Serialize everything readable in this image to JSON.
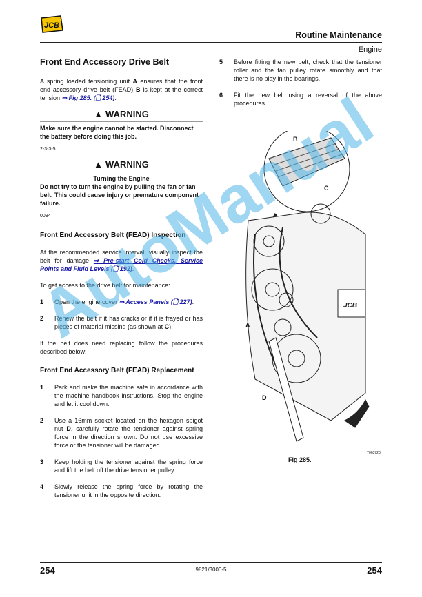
{
  "header": {
    "logo": "JCB",
    "title": "Routine Maintenance",
    "subtitle": "Engine"
  },
  "left": {
    "title": "Front End Accessory Drive Belt",
    "intro_pre": "A spring loaded tensioning unit ",
    "intro_a": "A",
    "intro_mid": " ensures that the front end accessory drive belt (FEAD) ",
    "intro_b": "B",
    "intro_post": " is kept at the correct tension ",
    "intro_link": "⇒ Fig 285. (🗋 254)",
    "warning1": {
      "label": "WARNING",
      "body": "Make sure the engine cannot be started. Disconnect the battery before doing this job.",
      "code": "2-3-3-5"
    },
    "warning2": {
      "label": "WARNING",
      "heading": "Turning the Engine",
      "body": "Do not try to turn the engine by pulling the fan or fan belt. This could cause injury or premature component failure.",
      "code": "0094"
    },
    "inspection": {
      "title": "Front End Accessory Belt (FEAD) Inspection",
      "p1": "At the recommended service interval, visually inspect the belt for damage ",
      "p1_link": "⇒ Pre-start Cold Checks, Service Points and Fluid Levels (🗋 192)",
      "p2": "To get access to the drive belt for maintenance:",
      "steps": [
        {
          "n": "1",
          "text": "Open the engine cover ",
          "link": "⇒ Access Panels (🗋 227)"
        },
        {
          "n": "2",
          "text": "Renew the belt if it has cracks or if it is frayed or has pieces of material missing (as shown at ",
          "bold": "C",
          "post": ")."
        }
      ],
      "p3": "If the belt does need replacing follow the procedures described below:"
    },
    "replacement": {
      "title": "Front End Accessory Belt (FEAD) Replacement",
      "steps": [
        {
          "n": "1",
          "text": "Park and make the machine safe in accordance with the machine handbook instructions. Stop the engine and let it cool down."
        },
        {
          "n": "2",
          "pre": "Use a 16mm socket located on the hexagon spigot nut ",
          "bold": "D",
          "post": ", carefully rotate the tensioner against spring force in the direction shown. Do not use excessive force or the tensioner will be damaged."
        },
        {
          "n": "3",
          "text": "Keep holding the tensioner against the spring force and lift the belt off the drive tensioner pulley."
        },
        {
          "n": "4",
          "text": "Slowly release the spring force by rotating the tensioner unit in the opposite direction."
        }
      ]
    }
  },
  "right": {
    "steps": [
      {
        "n": "5",
        "text": "Before fitting the new belt, check that the tensioner roller and the fan pulley rotate smoothly and that there is no play in the bearings."
      },
      {
        "n": "6",
        "text": "Fit the new belt using a reversal of the above procedures."
      }
    ]
  },
  "figure": {
    "labels": [
      "B",
      "C",
      "A",
      "D"
    ],
    "caption": "Fig 285.",
    "code": "T063720"
  },
  "watermark": "AutoManual",
  "footer": {
    "page_left": "254",
    "doc_number": "9821/3000-5",
    "page_right": "254"
  }
}
